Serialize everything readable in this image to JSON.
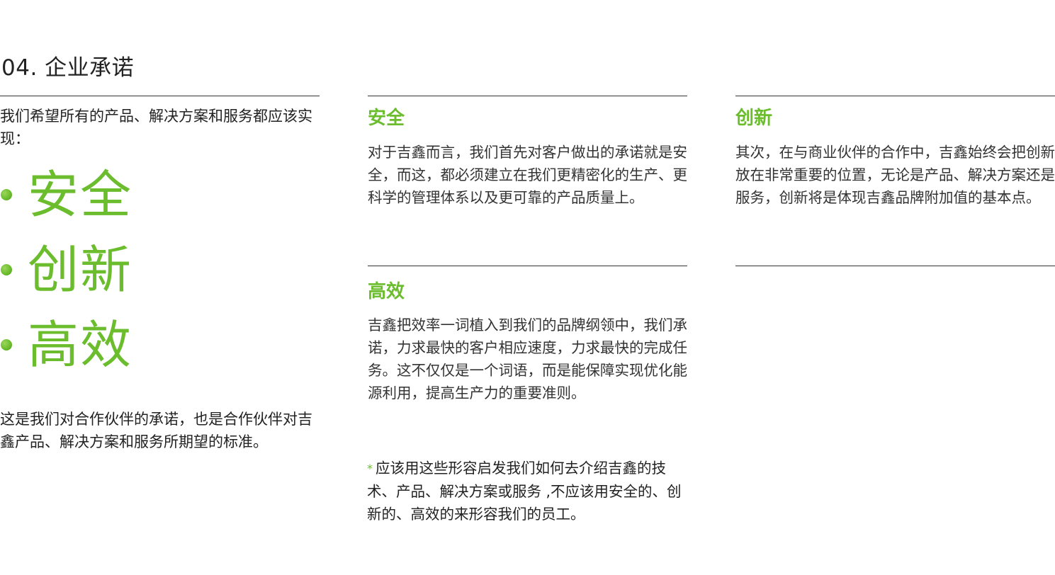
{
  "header": {
    "title": "04. 企业承诺"
  },
  "left": {
    "intro": "我们希望所有的产品、解决方案和服务都应该实现：",
    "bullets": [
      "安全",
      "创新",
      "高效"
    ],
    "outro": "这是我们对合作伙伴的承诺，也是合作伙伴对吉鑫产品、解决方案和服务所期望的标准。"
  },
  "cards": {
    "safety": {
      "title": "安全",
      "body": "对于吉鑫而言，我们首先对客户做出的承诺就是安全，而这，都必须建立在我们更精密化的生产、更科学的管理体系以及更可靠的产品质量上。"
    },
    "innovation": {
      "title": "创新",
      "body": "其次，在与商业伙伴的合作中，吉鑫始终会把创新放在非常重要的位置，无论是产品、解决方案还是服务，创新将是体现吉鑫品牌附加值的基本点。"
    },
    "efficiency": {
      "title": "高效",
      "body": "吉鑫把效率一词植入到我们的品牌纲领中，我们承诺，力求最快的客户相应速度，力求最快的完成任务。这不仅仅是一个词语，而是能保障实现优化能源利用，提高生产力的重要准则。"
    }
  },
  "note": {
    "star": "*",
    "text": "应该用这些形容启发我们如何去介绍吉鑫的技术、产品、解决方案或服务 ,不应该用安全的、创新的、高效的来形容我们的员工。"
  },
  "colors": {
    "accent_green": "#6bbd2e",
    "rule": "#333333",
    "text": "#222222"
  }
}
